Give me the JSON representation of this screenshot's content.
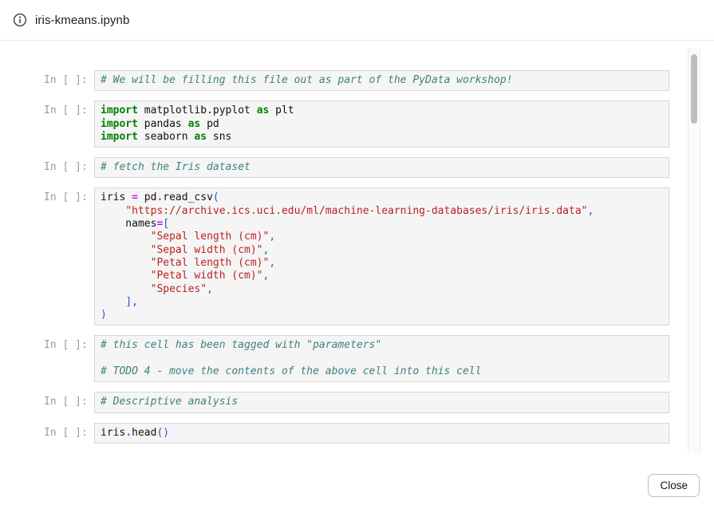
{
  "header": {
    "title": "iris-kmeans.ipynb",
    "icon": "info-icon"
  },
  "footer": {
    "close_label": "Close"
  },
  "colors": {
    "keyword": "#008000",
    "operator": "#aa22ff",
    "string": "#ba2121",
    "comment": "#408080",
    "punctuation": "#2457c5",
    "cell_background": "#f5f5f5",
    "cell_border": "#d7d7d7",
    "prompt_text": "#9b9b9b"
  },
  "notebook": {
    "prompt": "In [ ]:",
    "cells": [
      {
        "lines": [
          [
            [
              "com",
              "# We will be filling this file out as part of the PyData workshop!"
            ]
          ]
        ]
      },
      {
        "lines": [
          [
            [
              "kw",
              "import"
            ],
            [
              "txt",
              " matplotlib.pyplot "
            ],
            [
              "kw",
              "as"
            ],
            [
              "txt",
              " plt"
            ]
          ],
          [
            [
              "kw",
              "import"
            ],
            [
              "txt",
              " pandas "
            ],
            [
              "kw",
              "as"
            ],
            [
              "txt",
              " pd"
            ]
          ],
          [
            [
              "kw",
              "import"
            ],
            [
              "txt",
              " seaborn "
            ],
            [
              "kw",
              "as"
            ],
            [
              "txt",
              " sns"
            ]
          ]
        ]
      },
      {
        "lines": [
          [
            [
              "com",
              "# fetch the Iris dataset"
            ]
          ]
        ]
      },
      {
        "lines": [
          [
            [
              "txt",
              "iris "
            ],
            [
              "op",
              "="
            ],
            [
              "txt",
              " pd"
            ],
            [
              "op",
              "."
            ],
            [
              "txt",
              "read_csv"
            ],
            [
              "pun",
              "("
            ]
          ],
          [
            [
              "txt",
              "    "
            ],
            [
              "str",
              "\"https://archive.ics.uci.edu/ml/machine-learning-databases/iris/iris.data\""
            ],
            [
              "pun",
              ","
            ]
          ],
          [
            [
              "txt",
              "    names"
            ],
            [
              "op",
              "="
            ],
            [
              "pun",
              "["
            ]
          ],
          [
            [
              "txt",
              "        "
            ],
            [
              "str",
              "\"Sepal length (cm)\""
            ],
            [
              "pun",
              ","
            ]
          ],
          [
            [
              "txt",
              "        "
            ],
            [
              "str",
              "\"Sepal width (cm)\""
            ],
            [
              "pun",
              ","
            ]
          ],
          [
            [
              "txt",
              "        "
            ],
            [
              "str",
              "\"Petal length (cm)\""
            ],
            [
              "pun",
              ","
            ]
          ],
          [
            [
              "txt",
              "        "
            ],
            [
              "str",
              "\"Petal width (cm)\""
            ],
            [
              "pun",
              ","
            ]
          ],
          [
            [
              "txt",
              "        "
            ],
            [
              "str",
              "\"Species\""
            ],
            [
              "pun",
              ","
            ]
          ],
          [
            [
              "txt",
              "    "
            ],
            [
              "pun",
              "],"
            ]
          ],
          [
            [
              "pun",
              ")"
            ]
          ]
        ]
      },
      {
        "lines": [
          [
            [
              "com",
              "# this cell has been tagged with \"parameters\""
            ]
          ],
          [],
          [
            [
              "com",
              "# TODO 4 - move the contents of the above cell into this cell"
            ]
          ]
        ]
      },
      {
        "lines": [
          [
            [
              "com",
              "# Descriptive analysis"
            ]
          ]
        ]
      },
      {
        "lines": [
          [
            [
              "txt",
              "iris"
            ],
            [
              "op",
              "."
            ],
            [
              "txt",
              "head"
            ],
            [
              "pun",
              "()"
            ]
          ]
        ]
      }
    ]
  }
}
